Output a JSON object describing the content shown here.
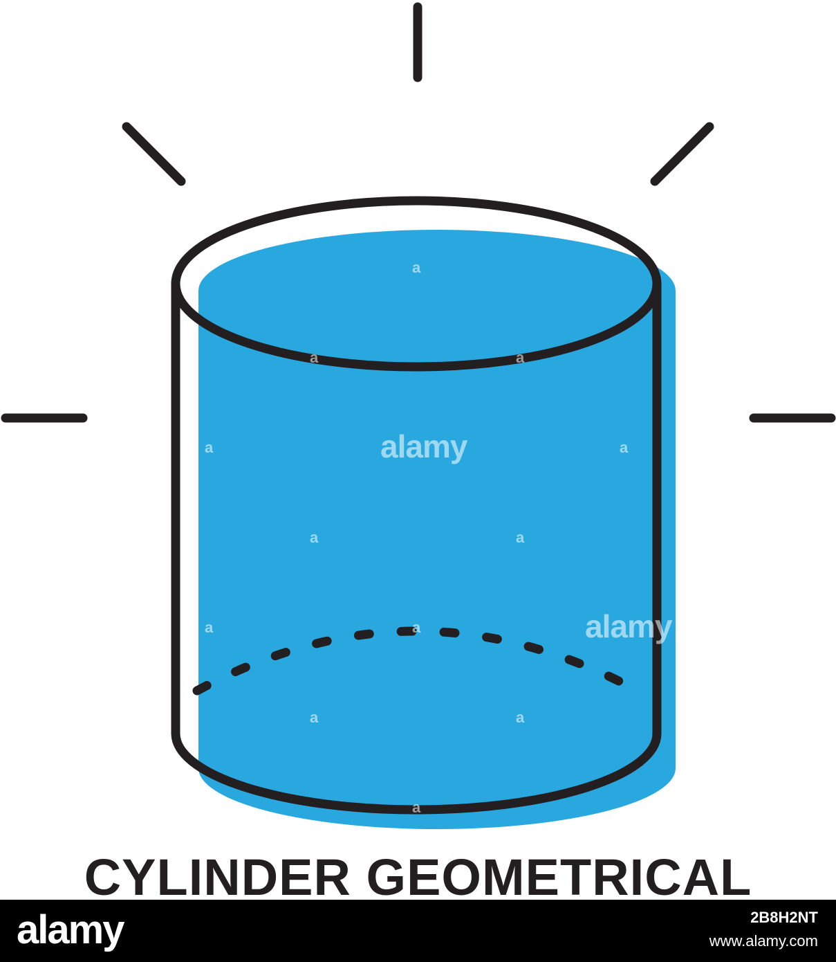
{
  "caption": "CYLINDER GEOMETRICAL",
  "watermark": {
    "brand": "alamy",
    "mark": "a"
  },
  "footer": {
    "logo": "alamy",
    "image_id": "2B8H2NT",
    "url": "www.alamy.com"
  },
  "colors": {
    "fill": "#29a8e0",
    "stroke": "#231f20",
    "footer_bg": "#000000"
  },
  "icon": "cylinder-icon"
}
